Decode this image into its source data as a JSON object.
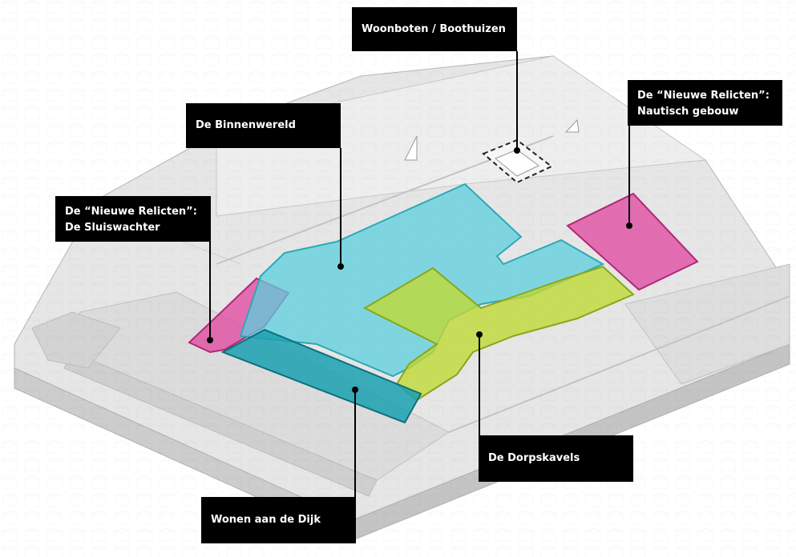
{
  "labels": {
    "woonboten": "Woonboten / Boothuizen",
    "binnenwereld": "De Binnenwereld",
    "nautisch_line1": "De “Nieuwe Relicten”:",
    "nautisch_line2": "Nautisch gebouw",
    "sluiswachter_line1": "De “Nieuwe Relicten”:",
    "sluiswachter_line2": "De Sluiswachter",
    "dorpskavels": "De Dorpskavels",
    "wonen_dijk": "Wonen aan de Dijk"
  },
  "colors": {
    "magenta": "#e0449f",
    "cyan": "#5ccfdc",
    "teal": "#1aa0b0",
    "lime": "#bfd934",
    "label_bg": "#000000",
    "label_text": "#ffffff"
  }
}
